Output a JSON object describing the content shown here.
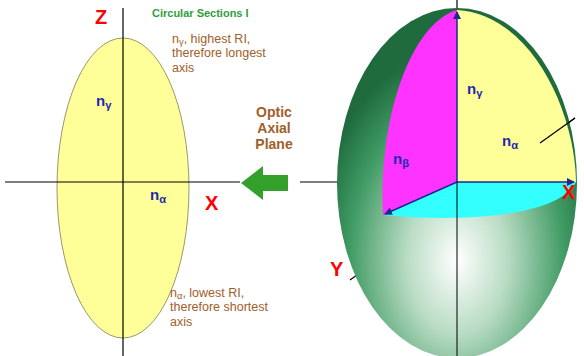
{
  "diagram": {
    "title": "Circular Sections I",
    "labels": [
      "Z",
      "X",
      "nγ",
      "nα",
      "nγ, highest RI, therefore longest axis",
      "Optic Axial Plane",
      "nα, lowest RI, therefore shortest axis",
      "nγ",
      "nβ",
      "nα",
      "X",
      "Y"
    ]
  }
}
